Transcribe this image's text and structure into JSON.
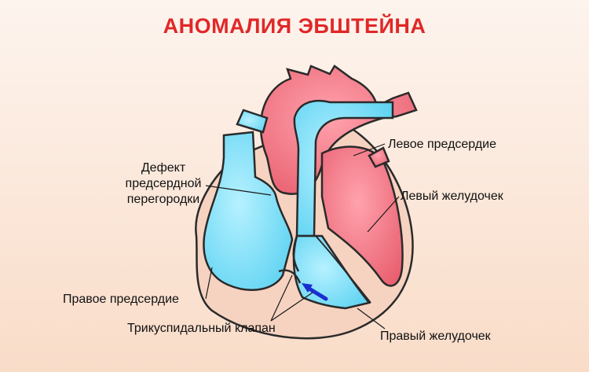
{
  "title": "АНОМАЛИЯ ЭБШТЕЙНА",
  "labels": {
    "defect_line1": "Дефект",
    "defect_line2": "предсердной",
    "defect_line3": "перегородки",
    "right_atrium": "Правое предсердие",
    "tricuspid": "Трикуспидальный клапан",
    "left_atrium": "Левое предсердие",
    "left_ventricle": "Левый желудочек",
    "right_ventricle": "Правый желудочек"
  },
  "colors": {
    "title": "#e02828",
    "blue_blood": "#8fe4f8",
    "red_blood": "#f0707e",
    "muscle": "#f6d2c0",
    "outline": "#2a2a2a",
    "arrow": "#1a2fd0"
  }
}
